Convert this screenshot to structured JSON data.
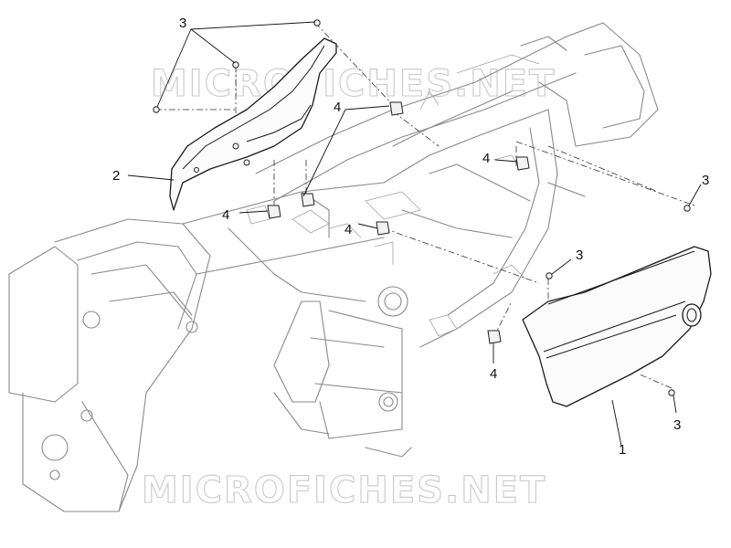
{
  "watermark": {
    "top": "MICROFICHES.NET",
    "bottom": "MICROFICHES.NET"
  },
  "callouts": {
    "c3_top": "3",
    "c2": "2",
    "c4_upper": "4",
    "c4_mid_right": "4",
    "c4_left": "4",
    "c4_center": "4",
    "c4_bottom": "4",
    "c3_right_top": "3",
    "c3_right_mid": "3",
    "c3_right_bottom": "3",
    "c1": "1"
  }
}
